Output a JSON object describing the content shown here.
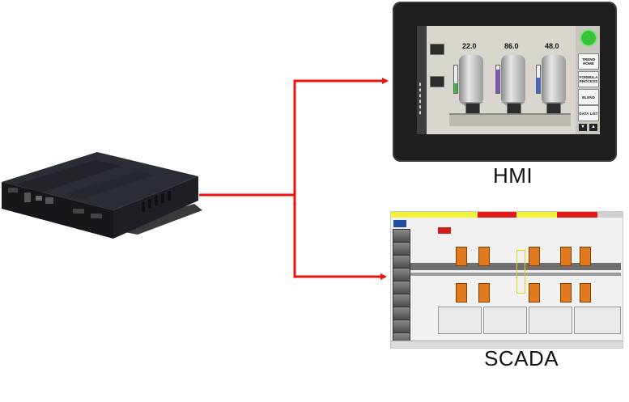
{
  "labels": {
    "hmi": "HMI",
    "scada": "SCADA"
  },
  "colors": {
    "connector": "#ee1111",
    "device_body": "#1b1d22",
    "hmi_bezel": "#1e1e1e"
  },
  "hmi_screen": {
    "tanks": [
      {
        "value": "22.0",
        "level": 0.35,
        "fill": "#3ab54a"
      },
      {
        "value": "86.0",
        "level": 0.85,
        "fill": "#7b52c8"
      },
      {
        "value": "48.0",
        "level": 0.55,
        "fill": "#3b66d6"
      }
    ],
    "buttons": [
      {
        "label": "TREND HOME"
      },
      {
        "label": "FORMULA PROCESS"
      },
      {
        "label": "BLEND"
      },
      {
        "label": "DATA LIST"
      }
    ]
  },
  "scada_screen": {
    "alarm_bar": [
      {
        "color": "#f2f23a"
      },
      {
        "color": "#f2f23a"
      },
      {
        "color": "#e51b1b"
      },
      {
        "color": "#f2f23a"
      },
      {
        "color": "#e51b1b"
      },
      {
        "color": "#d0d0d0"
      }
    ],
    "status_badge": "",
    "nav_items": 9
  },
  "icons": {
    "device": "industrial-pc-icon",
    "arrow": "arrow-right-icon"
  }
}
